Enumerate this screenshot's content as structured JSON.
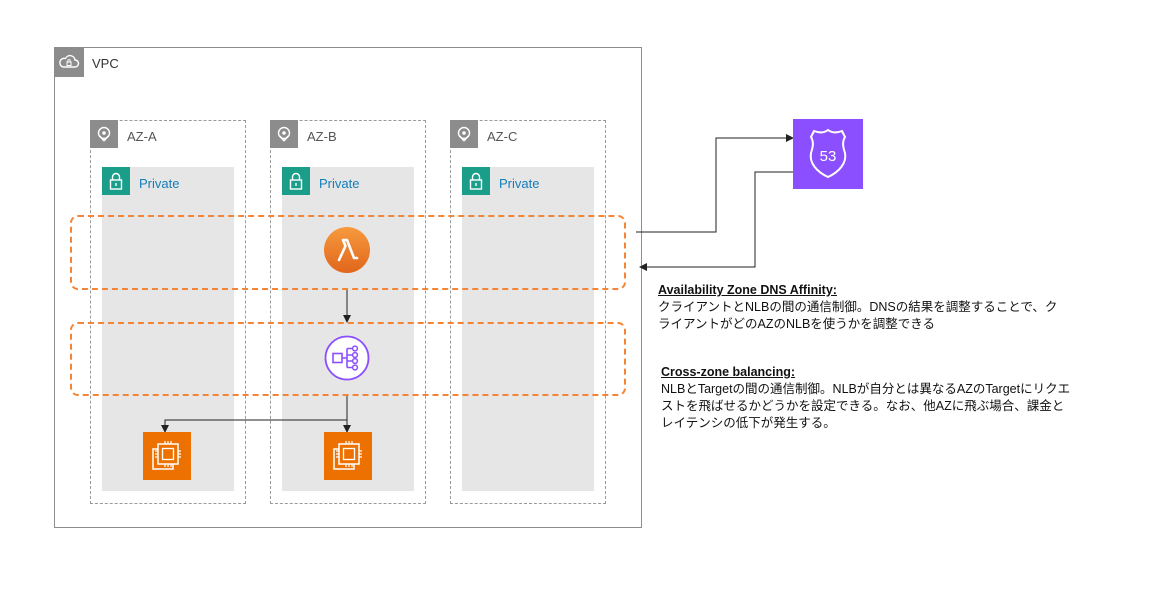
{
  "vpc": {
    "label": "VPC",
    "icon": "vpc-cloud-icon"
  },
  "azs": [
    {
      "label": "AZ-A",
      "subnet": "Private"
    },
    {
      "label": "AZ-B",
      "subnet": "Private"
    },
    {
      "label": "AZ-C",
      "subnet": "Private"
    }
  ],
  "icons": {
    "route53": "route53-icon",
    "lambda": "lambda-icon",
    "nlb": "nlb-icon",
    "ec2": "ec2-icon"
  },
  "route53_label": "53",
  "dns_affinity": {
    "heading": "Availability Zone DNS Affinity:",
    "line1": "クライアントとNLBの間の通信制御。DNSの結果を調整することで、ク",
    "line2": "ライアントがどのAZのNLBを使うかを調整できる"
  },
  "cross_zone": {
    "heading": "Cross-zone balancing:",
    "line1": "NLBとTargetの間の通信制御。NLBが自分とは異なるAZのTargetにリクエ",
    "line2": "ストを飛ばせるかどうかを設定できる。なお、他AZに飛ぶ場合、課金と",
    "line3": "レイテンシの低下が発生する。"
  },
  "colors": {
    "orange": "#f58536",
    "route53": "#8c4fff",
    "nlb": "#8c4fff",
    "ec2": "#ed7100",
    "subnet": "#147eba"
  }
}
